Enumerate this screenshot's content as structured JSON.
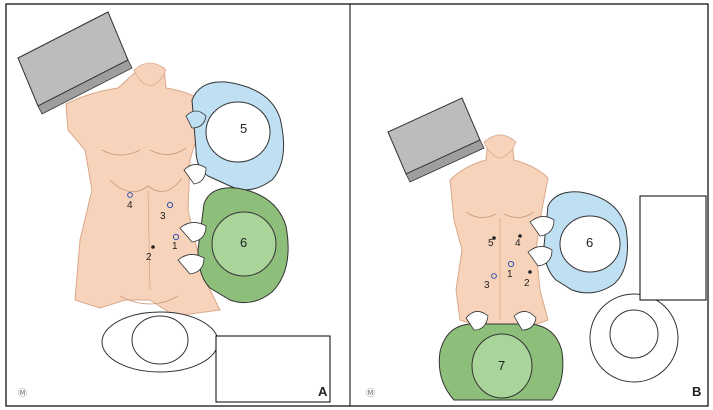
{
  "panels": [
    {
      "letter": "A",
      "watermark": "Ⓜ",
      "port_labels": [
        "1",
        "2",
        "3",
        "4"
      ],
      "person_labels": [
        "5",
        "6"
      ]
    },
    {
      "letter": "B",
      "watermark": "Ⓜ",
      "port_labels": [
        "1",
        "2",
        "3",
        "4",
        "5"
      ],
      "person_labels": [
        "6",
        "7"
      ]
    }
  ],
  "colors": {
    "skin": "#f7d3bb",
    "skin_edge": "#d9a98a",
    "blue_staff": "#bfe0f2",
    "green_staff": "#8dbf7a",
    "green_dark": "#5f9a52",
    "monitor": "#bcbcbc",
    "frame": "#000000"
  }
}
